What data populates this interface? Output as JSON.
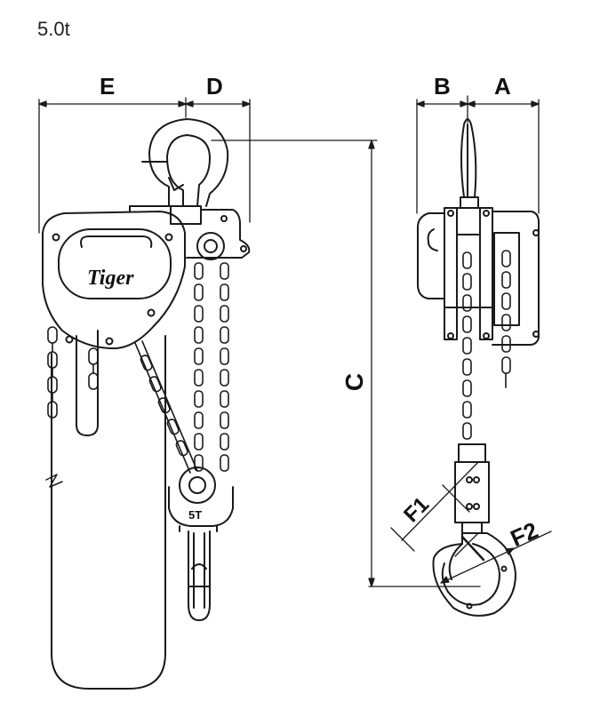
{
  "caption": "5.0t",
  "brand": "Tiger",
  "capacity_mark": "5T",
  "dimensions": {
    "E": "E",
    "D": "D",
    "B": "B",
    "A": "A",
    "C": "C",
    "F1": "F1",
    "F2": "F2"
  },
  "colors": {
    "line": "#1a1a1a",
    "background": "#ffffff"
  }
}
